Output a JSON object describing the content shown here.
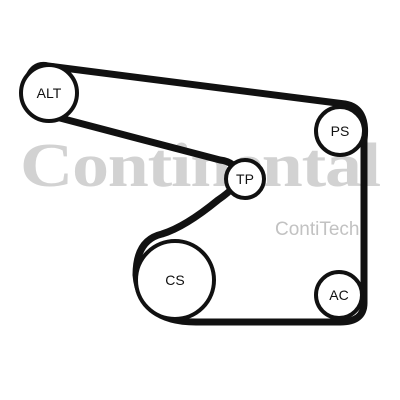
{
  "watermark": {
    "brand": "Continental",
    "sub_brand": "ContiTech"
  },
  "pulleys": [
    {
      "id": "alt",
      "label": "ALT"
    },
    {
      "id": "ps",
      "label": "PS"
    },
    {
      "id": "tp",
      "label": "TP"
    },
    {
      "id": "cs",
      "label": "CS"
    },
    {
      "id": "ac",
      "label": "AC"
    }
  ],
  "colors": {
    "belt": "#111111",
    "watermark": "#d2d2d2"
  }
}
